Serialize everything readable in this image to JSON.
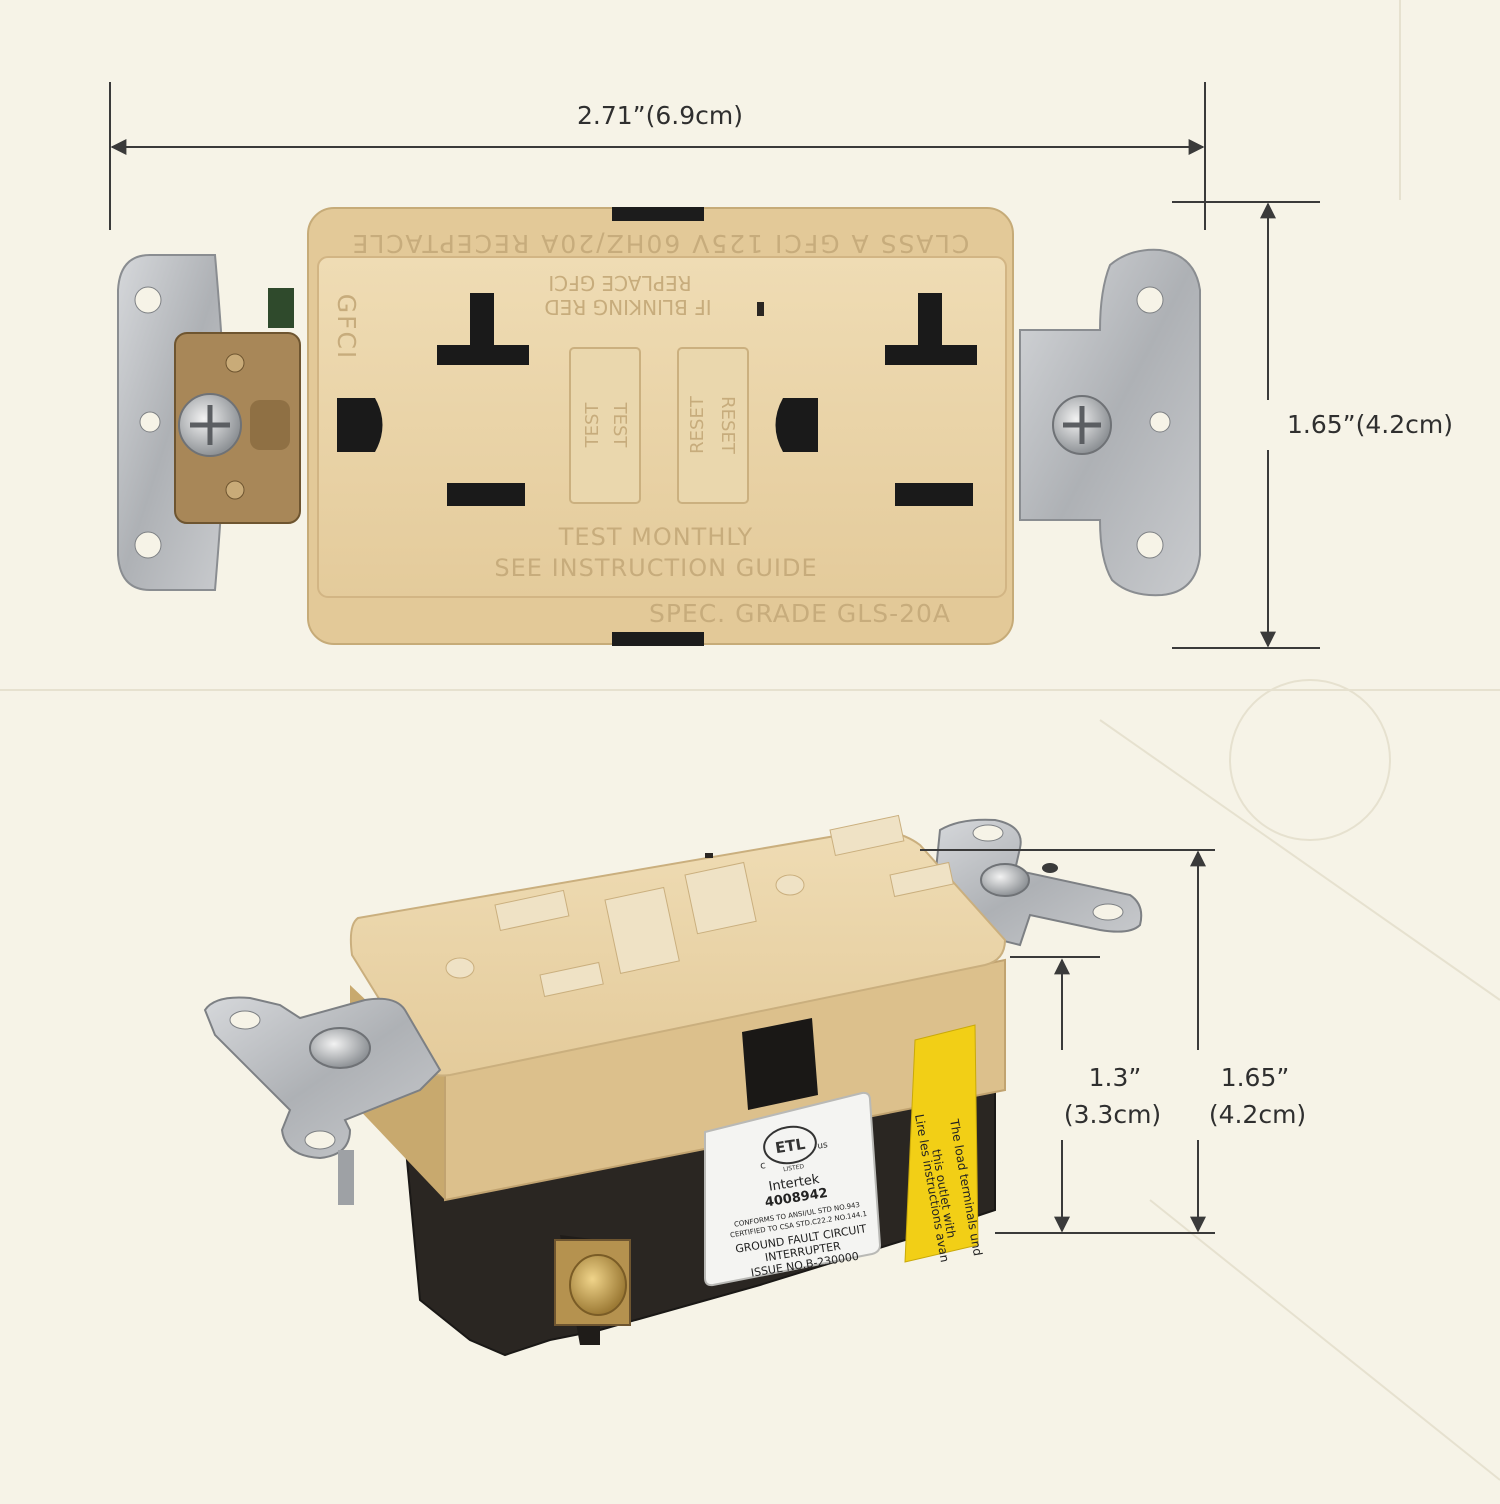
{
  "dimensions": {
    "width": "2.71”(6.9cm)",
    "front_height": "1.65”(4.2cm)",
    "side_body_height_in": "1.3”",
    "side_body_height_cm": "(3.3cm)",
    "side_total_height_in": "1.65”",
    "side_total_height_cm": "(4.2cm)"
  },
  "receptacle_front": {
    "top_rating": "CLASS A GFCI 125V 60HZ/20A RECEPTACLE",
    "gfci_mark": "GFCI",
    "warning_line_1": "IF BLINKING RED",
    "warning_line_2": "REPLACE GFCI",
    "test_button": "TEST",
    "reset_button": "RESET",
    "instruction_line_1": "TEST MONTHLY",
    "instruction_line_2": "SEE INSTRUCTION GUIDE",
    "grade_text": "SPEC. GRADE GLS-20A"
  },
  "side_label": {
    "cert_mark": "ETL",
    "cert_c": "c",
    "cert_us": "us",
    "cert_listed": "LISTED",
    "lab_name": "Intertek",
    "lab_number": "4008942",
    "conforms_line": "CONFORMS TO ANSI/UL STD NO.943",
    "certified_line": "CERTIFIED TO CSA STD.C22.2 NO.144.1",
    "type_line_1": "GROUND FAULT CIRCUIT",
    "type_line_2": "INTERRUPTER",
    "issue_line": "ISSUE NO.B-230000"
  },
  "yellow_tag": {
    "line_1": "The load terminals und",
    "line_2": "this outlet with",
    "line_3": "Lire les instructions avan"
  },
  "colors": {
    "background": "#f6f3e7",
    "receptacle_ivory": "#ead4a8",
    "strap_metal": "#b7b9bc",
    "brass_terminal": "#a88758",
    "black_housing": "#2a2622",
    "yellow_tag": "#f2cf16",
    "dimension_line": "#3a3a3a"
  }
}
